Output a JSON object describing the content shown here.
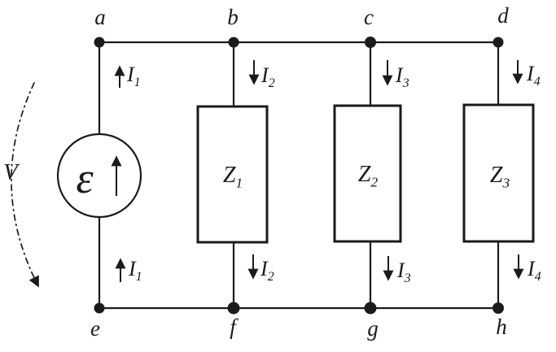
{
  "theme": {
    "background": "#ffffff",
    "ink": "#1b1b1b"
  },
  "circuit": {
    "nodes_top": [
      "a",
      "b",
      "c",
      "d"
    ],
    "nodes_bottom": [
      "e",
      "f",
      "g",
      "h"
    ],
    "source": {
      "emf_symbol": "ε",
      "emf_arrow_direction": "up",
      "loop_voltage_label": "V",
      "loop_arrow_direction": "down"
    },
    "impedances": [
      {
        "base": "Z",
        "sub": "1"
      },
      {
        "base": "Z",
        "sub": "2"
      },
      {
        "base": "Z",
        "sub": "3"
      }
    ],
    "currents_top": [
      {
        "base": "I",
        "sub": "1",
        "direction": "up"
      },
      {
        "base": "I",
        "sub": "2",
        "direction": "down"
      },
      {
        "base": "I",
        "sub": "3",
        "direction": "down"
      },
      {
        "base": "I",
        "sub": "4",
        "direction": "down"
      }
    ],
    "currents_bottom": [
      {
        "base": "I",
        "sub": "1",
        "direction": "up"
      },
      {
        "base": "I",
        "sub": "2",
        "direction": "down"
      },
      {
        "base": "I",
        "sub": "3",
        "direction": "down"
      },
      {
        "base": "I",
        "sub": "4",
        "direction": "down"
      }
    ]
  }
}
